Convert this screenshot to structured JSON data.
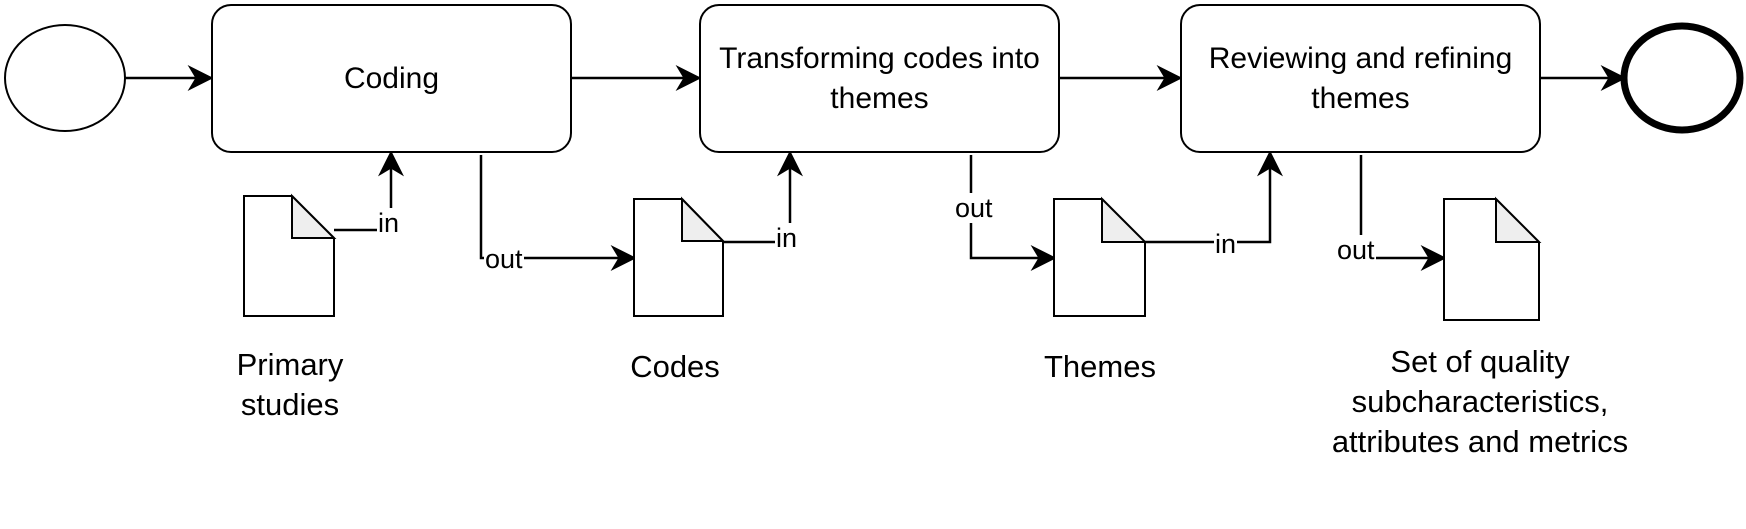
{
  "colors": {
    "stroke": "#000000",
    "background": "#ffffff",
    "document_fold": "#eeeeee"
  },
  "process": {
    "start_event": "start-event-circle",
    "end_event": "end-event-thick-circle",
    "tasks": [
      {
        "id": "coding",
        "label": "Coding"
      },
      {
        "id": "transforming",
        "label": "Transforming codes into themes"
      },
      {
        "id": "reviewing",
        "label": "Reviewing and refining themes"
      }
    ]
  },
  "artifacts": [
    {
      "id": "primary-studies",
      "label": "Primary studies"
    },
    {
      "id": "codes",
      "label": "Codes"
    },
    {
      "id": "themes",
      "label": "Themes"
    },
    {
      "id": "quality-set",
      "label": "Set of quality subcharacteristics, attributes and metrics"
    }
  ],
  "flows": {
    "in_label": "in",
    "out_label": "out"
  }
}
